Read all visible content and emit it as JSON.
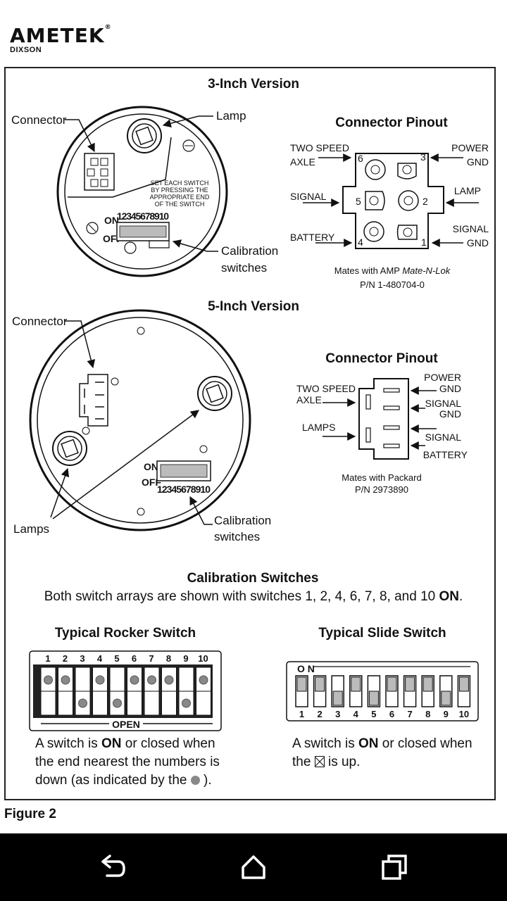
{
  "brand": {
    "name": "AMETEK",
    "registered": "®",
    "subname": "DIXSON"
  },
  "three_inch": {
    "title": "3-Inch Version",
    "connector_label": "Connector",
    "lamp_label": "Lamp",
    "instruction": [
      "SET EACH SWITCH",
      "BY PRESSING THE",
      "APPROPRIATE END",
      "OF THE SWITCH"
    ],
    "switch_numbers": "12345678910",
    "on_label": "ON",
    "off_label": "OFF",
    "calibration_label": [
      "Calibration",
      "switches"
    ],
    "pinout": {
      "title": "Connector Pinout",
      "two_speed": [
        "TWO SPEED",
        "AXLE"
      ],
      "power_gnd": [
        "POWER",
        "GND"
      ],
      "signal": "SIGNAL",
      "lamp": "LAMP",
      "battery": "BATTERY",
      "signal_gnd": [
        "SIGNAL",
        "GND"
      ],
      "pins": [
        "6",
        "3",
        "5",
        "2",
        "4",
        "1"
      ],
      "mates_prefix": "Mates with AMP ",
      "mates_italic": "Mate-N-Lok",
      "part_number": "P/N 1-480704-0"
    }
  },
  "five_inch": {
    "title": "5-Inch Version",
    "connector_label": "Connector",
    "lamps_label": "Lamps",
    "on_label": "ON",
    "off_label": "OFF",
    "switch_numbers": "12345678910",
    "calibration_label": [
      "Calibration",
      "switches"
    ],
    "pinout": {
      "title": "Connector Pinout",
      "two_speed": [
        "TWO SPEED",
        "AXLE"
      ],
      "lamps": "LAMPS",
      "power_gnd": [
        "POWER",
        "GND"
      ],
      "signal_gnd": [
        "SIGNAL",
        "GND"
      ],
      "signal": "SIGNAL",
      "battery": "BATTERY",
      "mates": "Mates with Packard",
      "part_number": "P/N 2973890"
    }
  },
  "calibration": {
    "title": "Calibration Switches",
    "desc_prefix": "Both switch arrays are shown with switches 1, 2, 4, 6, 7, 8, and 10 ",
    "desc_bold": "ON",
    "desc_suffix": "."
  },
  "rocker": {
    "title": "Typical Rocker Switch",
    "numbers": [
      "1",
      "2",
      "3",
      "4",
      "5",
      "6",
      "7",
      "8",
      "9",
      "10"
    ],
    "on_states": [
      true,
      true,
      false,
      true,
      false,
      true,
      true,
      true,
      false,
      true
    ],
    "open_label": "OPEN",
    "caption_1": "A switch is ",
    "caption_bold": "ON",
    "caption_2": " or closed when",
    "caption_line2": "the end nearest the numbers is",
    "caption_line3a": "down (as indicated by the ",
    "caption_line3b": " )."
  },
  "slide": {
    "title": "Typical Slide Switch",
    "on_label": "O N",
    "numbers": [
      "1",
      "2",
      "3",
      "4",
      "5",
      "6",
      "7",
      "8",
      "9",
      "10"
    ],
    "on_states": [
      true,
      true,
      false,
      true,
      false,
      true,
      true,
      true,
      false,
      true
    ],
    "caption_1": "A switch is ",
    "caption_bold": "ON",
    "caption_2": " or closed when",
    "caption_line2a": "the ",
    "caption_line2b": " is up."
  },
  "figure_label": "Figure 2"
}
